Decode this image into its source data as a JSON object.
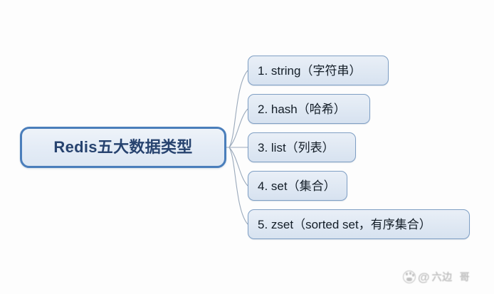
{
  "diagram": {
    "type": "mind-map",
    "root": {
      "label": "Redis五大数据类型"
    },
    "branches": [
      {
        "id": "string",
        "label": "1. string（字符串）"
      },
      {
        "id": "hash",
        "label": "2. hash（哈希）"
      },
      {
        "id": "list",
        "label": "3. list（列表）"
      },
      {
        "id": "set",
        "label": "4. set（集合）"
      },
      {
        "id": "zset",
        "label": "5. zset（sorted set，有序集合）"
      }
    ],
    "colors": {
      "root_border": "#4a7ebb",
      "root_text": "#27436f",
      "node_border": "#7f9fc4",
      "node_fill": "#e4ecf6",
      "connector": "#9aa9bb",
      "background": "#fdfdfd"
    }
  },
  "watermark": {
    "at": "@",
    "name": "六边",
    "suffix": "哥"
  }
}
